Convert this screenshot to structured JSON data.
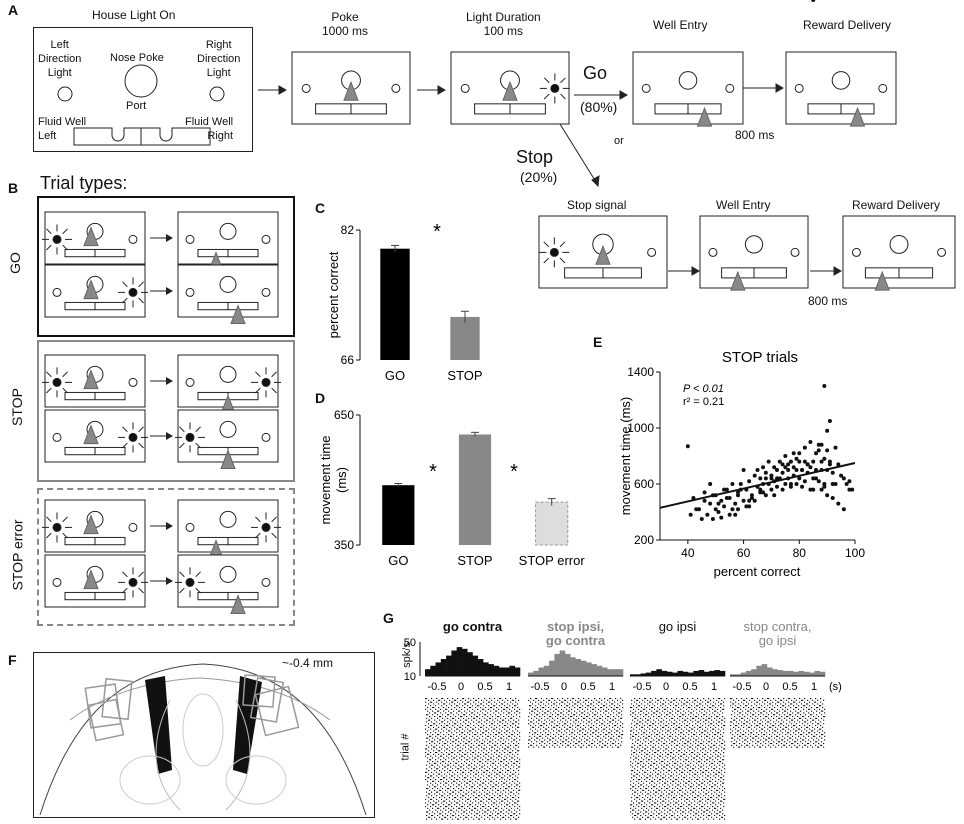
{
  "panels": {
    "A": "A",
    "B": "B",
    "C": "C",
    "D": "D",
    "E": "E",
    "F": "F",
    "G": "G"
  },
  "panelA": {
    "house_light": "House Light On",
    "left_direction_light": [
      "Left",
      "Direction",
      "Light"
    ],
    "right_direction_light": [
      "Right",
      "Direction",
      "Light"
    ],
    "nose_poke": "Nose Poke",
    "port": "Port",
    "fluid_well_left": [
      "Fluid Well",
      "Left"
    ],
    "fluid_well_right": [
      "Fluid Well",
      "Right"
    ],
    "poke": [
      "Poke",
      "1000 ms"
    ],
    "light_duration": [
      "Light Duration",
      "100 ms"
    ],
    "well_entry": "Well Entry",
    "reward_delivery": "Reward Delivery",
    "go": "Go",
    "go_pct": "(80%)",
    "or": "or",
    "stop": "Stop",
    "stop_pct": "(20%)",
    "delay_800": "800 ms",
    "stop_signal": "Stop signal",
    "well_entry_2": "Well Entry",
    "reward_delivery_2": "Reward Delivery",
    "delay_800_2": "800 ms"
  },
  "panelB": {
    "title": "Trial types:",
    "go": "GO",
    "stop": "STOP",
    "stop_error": "STOP error"
  },
  "chart_data": [
    {
      "type": "bar",
      "panel": "C",
      "categories": [
        "GO",
        "STOP"
      ],
      "values": [
        79.7,
        71.3
      ],
      "errors": [
        0.4,
        0.7
      ],
      "ylabel": "percent correct",
      "ylim": [
        66,
        82
      ],
      "yticks": [
        82,
        66
      ],
      "colors": [
        "#000000",
        "#888888"
      ],
      "annotation": "*"
    },
    {
      "type": "bar",
      "panel": "D",
      "categories": [
        "GO",
        "STOP",
        "STOP error"
      ],
      "values": [
        488,
        605,
        449
      ],
      "errors": [
        4,
        5,
        8
      ],
      "ylabel": [
        "movement time",
        "(ms)"
      ],
      "ylim": [
        350,
        650
      ],
      "yticks": [
        650,
        350
      ],
      "colors": [
        "#000000",
        "#888888",
        "#dddddd"
      ],
      "annotations": [
        "*",
        "*"
      ]
    },
    {
      "type": "scatter",
      "panel": "E",
      "title": "STOP trials",
      "xlabel": "percent correct",
      "ylabel": "movement time (ms)",
      "xlim": [
        30,
        100
      ],
      "ylim": [
        200,
        1400
      ],
      "xticks": [
        40,
        60,
        80,
        100
      ],
      "yticks": [
        1400,
        1000,
        600,
        200
      ],
      "stats": [
        "P < 0.01",
        "r² = 0.21"
      ],
      "fit": {
        "x": [
          30,
          100
        ],
        "y": [
          430,
          750
        ]
      },
      "points_x": [
        40,
        42,
        44,
        45,
        46,
        47,
        48,
        48,
        49,
        50,
        50,
        51,
        52,
        52,
        53,
        54,
        55,
        55,
        56,
        57,
        58,
        58,
        59,
        60,
        60,
        61,
        62,
        62,
        63,
        64,
        64,
        65,
        65,
        66,
        66,
        67,
        67,
        68,
        68,
        69,
        69,
        70,
        70,
        71,
        71,
        72,
        72,
        73,
        73,
        74,
        74,
        75,
        75,
        75,
        76,
        76,
        77,
        77,
        78,
        78,
        78,
        79,
        79,
        80,
        80,
        80,
        81,
        81,
        82,
        82,
        82,
        83,
        83,
        84,
        84,
        85,
        85,
        85,
        86,
        86,
        87,
        87,
        88,
        88,
        88,
        89,
        89,
        89,
        90,
        90,
        90,
        91,
        91,
        92,
        92,
        93,
        93,
        94,
        95,
        96,
        97,
        98,
        99,
        41,
        43,
        46,
        49,
        51,
        54,
        56,
        57,
        59,
        61,
        63,
        66,
        68,
        70,
        72,
        74,
        76,
        79,
        81,
        83,
        86,
        88,
        90,
        92,
        94,
        96,
        98,
        53,
        58,
        62,
        67,
        71,
        77,
        84,
        89,
        91,
        87,
        85
      ],
      "points_y": [
        870,
        500,
        420,
        350,
        540,
        380,
        460,
        600,
        350,
        420,
        520,
        400,
        360,
        480,
        440,
        560,
        380,
        500,
        600,
        460,
        420,
        540,
        600,
        480,
        700,
        560,
        440,
        620,
        520,
        660,
        480,
        580,
        700,
        540,
        640,
        600,
        720,
        520,
        680,
        600,
        760,
        560,
        660,
        620,
        720,
        580,
        700,
        640,
        760,
        560,
        680,
        600,
        720,
        800,
        640,
        700,
        580,
        760,
        660,
        720,
        820,
        600,
        700,
        760,
        640,
        820,
        580,
        700,
        760,
        620,
        860,
        680,
        740,
        720,
        900,
        560,
        760,
        640,
        820,
        700,
        880,
        620,
        760,
        700,
        880,
        600,
        780,
        1300,
        840,
        700,
        980,
        740,
        1050,
        680,
        600,
        860,
        600,
        740,
        660,
        640,
        600,
        560,
        560,
        380,
        420,
        480,
        520,
        460,
        500,
        420,
        380,
        560,
        440,
        500,
        560,
        640,
        640,
        640,
        740,
        740,
        780,
        700,
        740,
        640,
        560,
        520,
        500,
        460,
        420,
        620,
        560,
        520,
        480,
        540,
        520,
        600,
        560,
        580,
        760,
        840
      ],
      "points_color": "#111111"
    },
    {
      "type": "histogram",
      "panel": "G",
      "ylabel": "spk/s",
      "yticks": [
        50,
        10
      ],
      "xticks": [
        "-0.5",
        "0",
        "0.5",
        "1"
      ],
      "xunit": "(s)",
      "raster_ylabel": "trial #",
      "series": [
        {
          "name": "go contra",
          "color": "#111111",
          "values": [
            18,
            22,
            26,
            30,
            34,
            40,
            44,
            42,
            38,
            34,
            30,
            26,
            24,
            22,
            20,
            20,
            22,
            20
          ]
        },
        {
          "name": "stop ipsi, go contra",
          "color": "#888888",
          "values": [
            14,
            16,
            20,
            22,
            28,
            36,
            40,
            36,
            32,
            30,
            28,
            26,
            24,
            22,
            20,
            18,
            18,
            18
          ]
        },
        {
          "name": "go ipsi",
          "color": "#111111",
          "values": [
            12,
            12,
            13,
            14,
            16,
            18,
            16,
            15,
            14,
            16,
            15,
            14,
            16,
            17,
            15,
            16,
            17,
            16
          ]
        },
        {
          "name": "stop contra, go ipsi",
          "color": "#888888",
          "values": [
            12,
            12,
            14,
            16,
            18,
            22,
            24,
            20,
            18,
            17,
            16,
            16,
            15,
            16,
            15,
            14,
            16,
            15
          ]
        }
      ]
    }
  ],
  "panelF": {
    "depth": "~-0.4 mm"
  }
}
